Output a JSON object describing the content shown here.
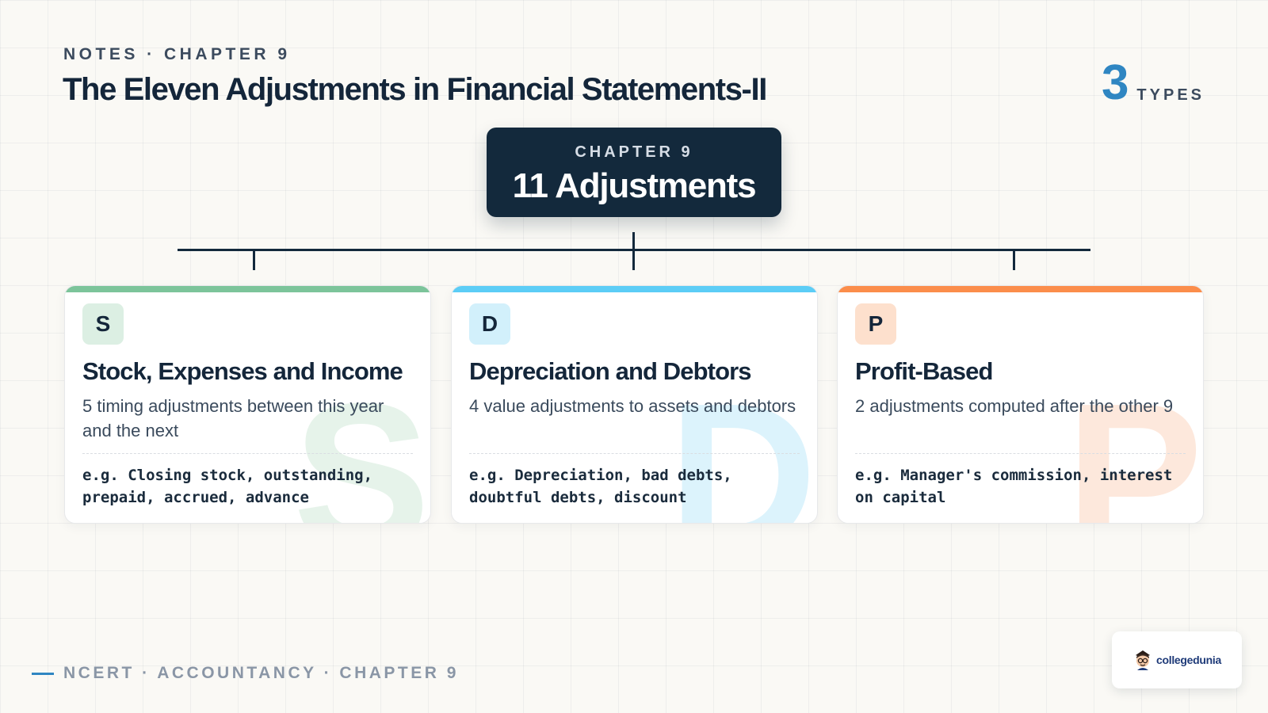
{
  "header": {
    "eyebrow": "NOTES · CHAPTER 9",
    "title": "The Eleven Adjustments in Financial Statements-II",
    "types_count": "3",
    "types_label": "TYPES"
  },
  "root": {
    "eyebrow": "CHAPTER 9",
    "title": "11 Adjustments"
  },
  "cards": [
    {
      "letter": "S",
      "title": "Stock, Expenses and Income",
      "description": "5 timing adjustments between this year and the next",
      "example": "e.g. Closing stock, outstanding, prepaid, accrued, advance",
      "accent": "#7cc49a",
      "badge_bg": "#dcefe3",
      "ghost_color": "#e6f3ea"
    },
    {
      "letter": "D",
      "title": "Depreciation and Debtors",
      "description": "4 value adjustments to assets and debtors",
      "example": "e.g. Depreciation, bad debts, doubtful debts, discount",
      "accent": "#5ccdf6",
      "badge_bg": "#d2f0fb",
      "ghost_color": "#dcf3fc"
    },
    {
      "letter": "P",
      "title": "Profit-Based",
      "description": "2 adjustments computed after the other 9",
      "example": "e.g. Manager's commission, interest on capital",
      "accent": "#fb8d4b",
      "badge_bg": "#fde0cd",
      "ghost_color": "#fde8dc"
    }
  ],
  "footer": {
    "text": "NCERT · ACCOUNTANCY · CHAPTER 9"
  },
  "logo": {
    "text": "collegedunia",
    "icon": "student-mascot-icon"
  },
  "colors": {
    "navy": "#13293c",
    "blue": "#2f86c2",
    "background": "#faf9f5"
  }
}
